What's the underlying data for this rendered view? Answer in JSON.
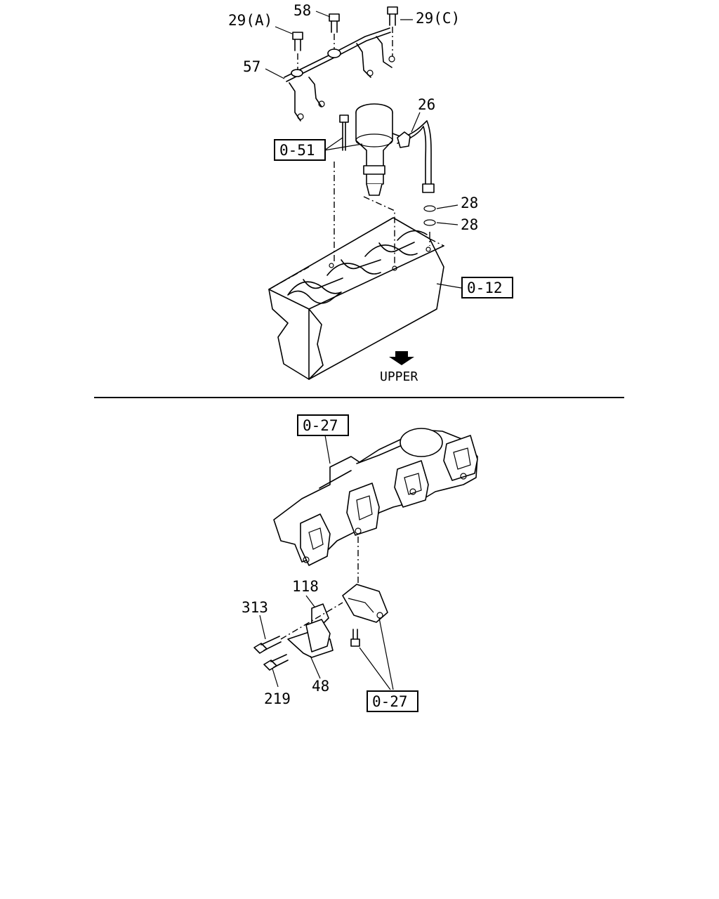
{
  "upper_view": {
    "labels": {
      "l29a": "29(A)",
      "l58": "58",
      "l29c": "29(C)",
      "l57": "57",
      "l26": "26",
      "l28a": "28",
      "l28b": "28",
      "ref051": "0-51",
      "ref012": "0-12",
      "direction": "UPPER"
    }
  },
  "lower_view": {
    "labels": {
      "ref027_top": "0-27",
      "l118": "118",
      "l313": "313",
      "l219": "219",
      "l48": "48",
      "ref027_bottom": "0-27"
    }
  }
}
